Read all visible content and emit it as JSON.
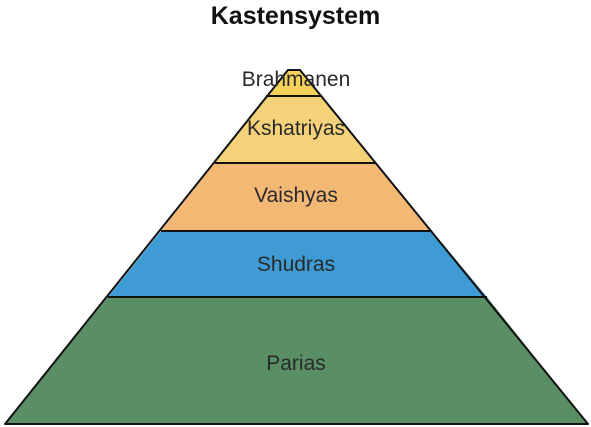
{
  "title": "Kastensystem",
  "tiers": [
    {
      "label": "Brahmanen",
      "color": "#f6d25c"
    },
    {
      "label": "Kshatriyas",
      "color": "#f5d27a"
    },
    {
      "label": "Vaishyas",
      "color": "#f4b875"
    },
    {
      "label": "Shudras",
      "color": "#3f9bd4"
    },
    {
      "label": "Parias",
      "color": "#5a8f66"
    }
  ],
  "outline_color": "#111111"
}
